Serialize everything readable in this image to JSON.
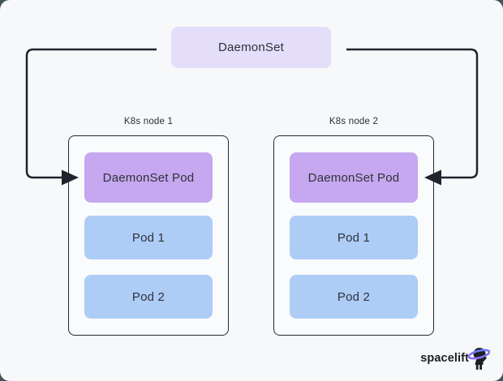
{
  "diagram": {
    "controller": {
      "label": "DaemonSet"
    },
    "nodes": [
      {
        "label": "K8s node 1",
        "pods": [
          {
            "label": "DaemonSet Pod",
            "type": "daemonset"
          },
          {
            "label": "Pod 1",
            "type": "regular"
          },
          {
            "label": "Pod 2",
            "type": "regular"
          }
        ]
      },
      {
        "label": "K8s node 2",
        "pods": [
          {
            "label": "DaemonSet Pod",
            "type": "daemonset"
          },
          {
            "label": "Pod 1",
            "type": "regular"
          },
          {
            "label": "Pod 2",
            "type": "regular"
          }
        ]
      }
    ],
    "connections": [
      {
        "from": "DaemonSet",
        "to": "DaemonSet Pod in K8s node 1",
        "shape": "left-down-right-arrow"
      },
      {
        "from": "DaemonSet",
        "to": "DaemonSet Pod in K8s node 2",
        "shape": "right-down-left-arrow"
      }
    ]
  },
  "branding": {
    "logo_text": "spacelift",
    "logo_icon": "astronaut-with-ring-icon"
  },
  "colors": {
    "page_background": "#F7F8F9",
    "frame_background": "#415459",
    "controller_box": "#E4DEFA",
    "daemonset_pod_box": "#C5A8EF",
    "pod_box": "#ADCCF6",
    "node_border": "#26282E",
    "arrow": "#21242D",
    "text": "#2F323A",
    "logo_ring_start": "#9A6CF0",
    "logo_ring_end": "#6678F2"
  }
}
